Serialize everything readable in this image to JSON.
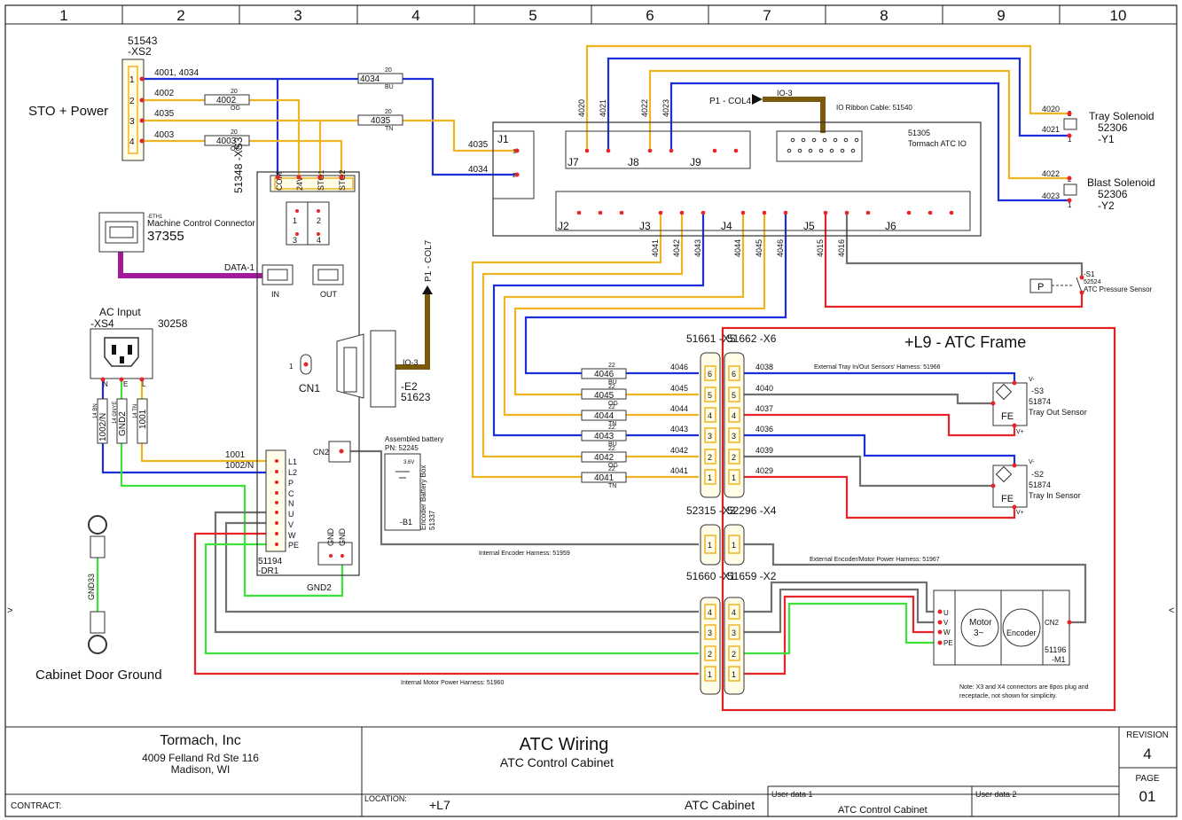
{
  "column_numbers": [
    "1",
    "2",
    "3",
    "4",
    "5",
    "6",
    "7",
    "8",
    "9",
    "10"
  ],
  "title_block": {
    "company": "Tormach, Inc",
    "address1": "4009 Felland Rd Ste 116",
    "address2": "Madison, WI",
    "title": "ATC Wiring",
    "subtitle": "ATC Control Cabinet",
    "revision_label": "REVISION",
    "revision": "4",
    "page_label": "PAGE",
    "page": "01",
    "contract_label": "CONTRACT:",
    "location_label": "LOCATION:",
    "location": "+L7",
    "cabinet": "ATC Cabinet",
    "user1_label": "User data 1",
    "user1": "ATC Control Cabinet",
    "user2_label": "User data 2"
  },
  "labels": {
    "sto_power": "STO + Power",
    "xs2_num": "51543",
    "xs2_ref": "-XS2",
    "xs3": "51348 -XS3",
    "eth_small": "-ETH1",
    "eth_title": "Machine Control Connector",
    "eth_num": "37355",
    "data1": "DATA-1",
    "in": "IN",
    "out": "OUT",
    "ac_input": "AC Input",
    "xs4": "-XS4",
    "xs4_num": "30258",
    "cn1": "CN1",
    "cn2": "CN2",
    "io3": "IO-3",
    "e2": "-E2",
    "e2_num": "51623",
    "p1_col7": "P1 - COL7",
    "p1_col4": "P1 - COL4",
    "io3_top": "IO-3",
    "ribbon": "IO Ribbon Cable: 51540",
    "atc_io_num": "51305",
    "atc_io": "Tormach ATC IO",
    "battery1": "Assembled battery",
    "battery2": "PN: 52245",
    "battery_box": "Encoder Battery Box",
    "battery_num": "51337",
    "b1": "-B1",
    "v36": "3.6V",
    "dr1_num": "51194",
    "dr1": "-DR1",
    "gnd": "GND",
    "gnd2": "GND2",
    "gnd33": "GND33",
    "cabinet_door": "Cabinet Door Ground",
    "tray_sol": "Tray Solenoid",
    "tray_sol_num": "52306",
    "y1": "-Y1",
    "blast_sol": "Blast Solenoid",
    "blast_sol_num": "52306",
    "y2": "-Y2",
    "s1": "-S1",
    "s1_num": "52524",
    "s1_name": "ATC Pressure Sensor",
    "p": "P",
    "frame": "+L9 - ATC Frame",
    "ext_tray_harness": "External Tray In/Out Sensors' Harness: 51966",
    "ext_enc_harness": "External Encoder/Motor Power Harness: 51967",
    "int_enc_harness": "Internal Encoder Harness: 51959",
    "int_motor_harness": "Internal Motor Power Harness: 51960",
    "x5": "51661 -X5",
    "x6": "51662 -X6",
    "x3": "52315 -X3",
    "x4": "52296 -X4",
    "x1": "51660 -X1",
    "x2": "51659 -X2",
    "s3": "-S3",
    "s3_num": "51874",
    "s3_name": "Tray Out Sensor",
    "s2": "-S2",
    "s2_num": "51874",
    "s2_name": "Tray In Sensor",
    "fe": "FE",
    "motor": "Motor",
    "motor2": "3~",
    "encoder": "Encoder",
    "m1_num": "51196",
    "m1": "-M1",
    "note1": "Note: X3 and X4 connectors are 8pos plug and",
    "note2": "receptacle, not shown for simplicity.",
    "j1": "J1",
    "j2": "J2",
    "j3": "J3",
    "j4": "J4",
    "j5": "J5",
    "j6": "J6",
    "j7": "J7",
    "j8": "J8",
    "j9": "J9",
    "mb_l1": "1",
    "mb_l2": "2",
    "mb_l3": "3",
    "mb_l4": "4"
  },
  "xs2_pins": [
    "1",
    "2",
    "3",
    "4"
  ],
  "xs3_pins": [
    "COM",
    "24V",
    "STO1",
    "STO2"
  ],
  "dr1_pins": [
    "L1",
    "L2",
    "P",
    "C",
    "N",
    "U",
    "V",
    "W",
    "PE"
  ],
  "xs4_pins": [
    "N",
    "E",
    "L"
  ],
  "xs4_wires": [
    "1002/N",
    "GND2",
    "1001"
  ],
  "xs4_wire_tags": [
    "14 BN",
    "14 GNYE",
    "14 TN"
  ],
  "wires_left": {
    "w4001": "4001, 4034",
    "w4002": "4002",
    "w4035": "4035",
    "w4003": "4003",
    "tag4034": "4034",
    "tag4034_c": "BU",
    "tag4002": "4002",
    "tag4002_c": "OG",
    "tag4035": "4035",
    "tag4035_c": "TN",
    "tag4003": "4003",
    "tag4003_c": "OG",
    "g20": "20",
    "j1_4035": "4035",
    "j1_4034": "4034",
    "dr_1001": "1001",
    "dr_1002": "1002/N"
  },
  "top_wires": [
    "4020",
    "4021",
    "4022",
    "4023"
  ],
  "sol_wires": [
    "4020",
    "4021",
    "4022",
    "4023"
  ],
  "j_vert_wires": [
    "4041",
    "4042",
    "4043",
    "4044",
    "4045",
    "4046",
    "4015",
    "4016"
  ],
  "x5_rows": [
    {
      "pin": "6",
      "wire": "4046",
      "tag": "4046",
      "color": "BU",
      "gauge": "22"
    },
    {
      "pin": "5",
      "wire": "4045",
      "tag": "4045",
      "color": "OG",
      "gauge": "22"
    },
    {
      "pin": "4",
      "wire": "4044",
      "tag": "4044",
      "color": "TN",
      "gauge": "22"
    },
    {
      "pin": "3",
      "wire": "4043",
      "tag": "4043",
      "color": "BU",
      "gauge": "22"
    },
    {
      "pin": "2",
      "wire": "4042",
      "tag": "4042",
      "color": "OG",
      "gauge": "22"
    },
    {
      "pin": "1",
      "wire": "4041",
      "tag": "4041",
      "color": "TN",
      "gauge": "22"
    }
  ],
  "x6_wires": [
    "4038",
    "4040",
    "4037",
    "4036",
    "4039",
    "4029"
  ],
  "sensor_pins": {
    "vminus": "V-",
    "vplus": "V+"
  },
  "motor_pins": [
    "U",
    "V",
    "W",
    "PE"
  ],
  "colors": {
    "blue": "#1c2ed8",
    "orange": "#f0b423",
    "red": "#e8242a",
    "green": "#3ae23a",
    "grey": "#707070",
    "purple": "#a01a9a",
    "brown": "#7a5a0a",
    "frame_red": "#e02020"
  }
}
